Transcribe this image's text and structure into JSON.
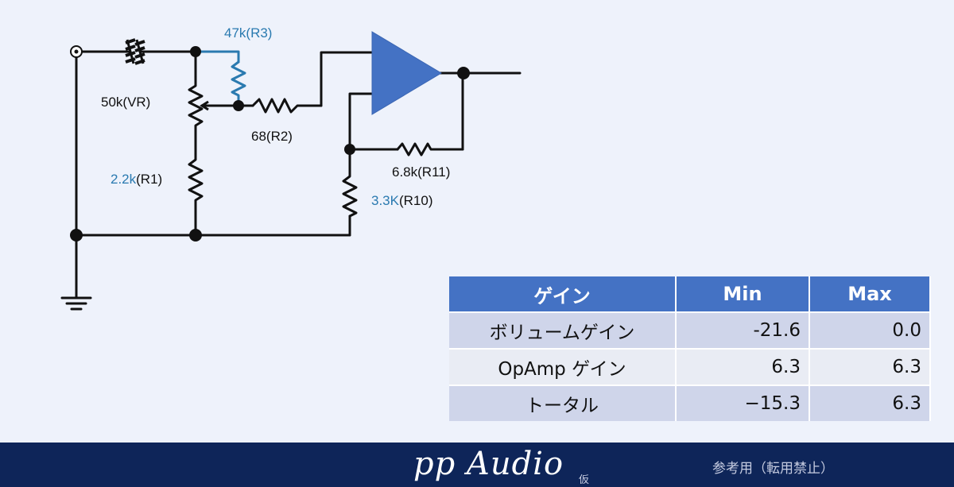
{
  "diagram": {
    "labels": {
      "r3": "47k(R3)",
      "vr": "50k(VR)",
      "r2": "68(R2)",
      "r1_value": "2.2k",
      "r1_name": "(R1)",
      "r11": "6.8k(R11)",
      "r10_value": "3.3K",
      "r10_name": "(R10)"
    }
  },
  "gain_table": {
    "headers": [
      "ゲイン",
      "Min",
      "Max"
    ],
    "rows": [
      [
        "ボリュームゲイン",
        "-21.6",
        "0.0"
      ],
      [
        "OpAmp ゲイン",
        "6.3",
        "6.3"
      ],
      [
        "トータル",
        "−15.3",
        "6.3"
      ]
    ]
  },
  "footer": {
    "brand": "pp Audio",
    "brand_sub": "仮",
    "notice": "参考用（転用禁止）"
  },
  "colors": {
    "background": "#eef2fb",
    "accent_blue": "#2a7ab0",
    "opamp_fill": "#4472c4",
    "table_header": "#4472c4",
    "footer": "#0e2559"
  }
}
